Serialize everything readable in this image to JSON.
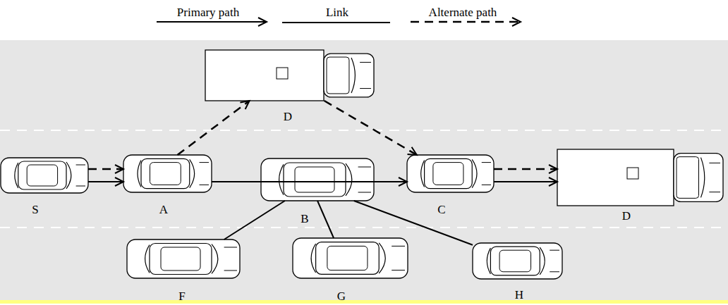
{
  "diagram": {
    "nodes": [
      {
        "text": [
          "D"
        ]
      },
      {
        "text": [
          "S"
        ]
      },
      {
        "text": [
          "A"
        ]
      },
      {
        "text": [
          "B"
        ]
      },
      {
        "text": [
          "C"
        ]
      },
      {
        "text": [
          "D"
        ]
      },
      {
        "text": [
          "F"
        ]
      },
      {
        "text": [
          "G"
        ]
      },
      {
        "text": [
          "H"
        ]
      }
    ],
    "edges": [
      {
        "from": 1,
        "to": 2,
        "arrow": "to"
      },
      {
        "from": 2,
        "to": 4,
        "arrow": "to"
      },
      {
        "from": 4,
        "to": 5,
        "arrow": "to"
      },
      {
        "from": 1,
        "to": 2,
        "arrow": "to"
      },
      {
        "from": 2,
        "to": 0,
        "arrow": "to"
      },
      {
        "from": 0,
        "to": 4,
        "arrow": "to"
      },
      {
        "from": 4,
        "to": 5,
        "arrow": "to"
      },
      {
        "from": 3,
        "to": 6,
        "arrow": "none"
      },
      {
        "from": 3,
        "to": 7,
        "arrow": "none"
      },
      {
        "from": 3,
        "to": 8,
        "arrow": "none"
      }
    ],
    "legend": [
      {
        "text": "Primary path"
      },
      {
        "text": "Link"
      },
      {
        "text": "Alternate path"
      }
    ]
  }
}
